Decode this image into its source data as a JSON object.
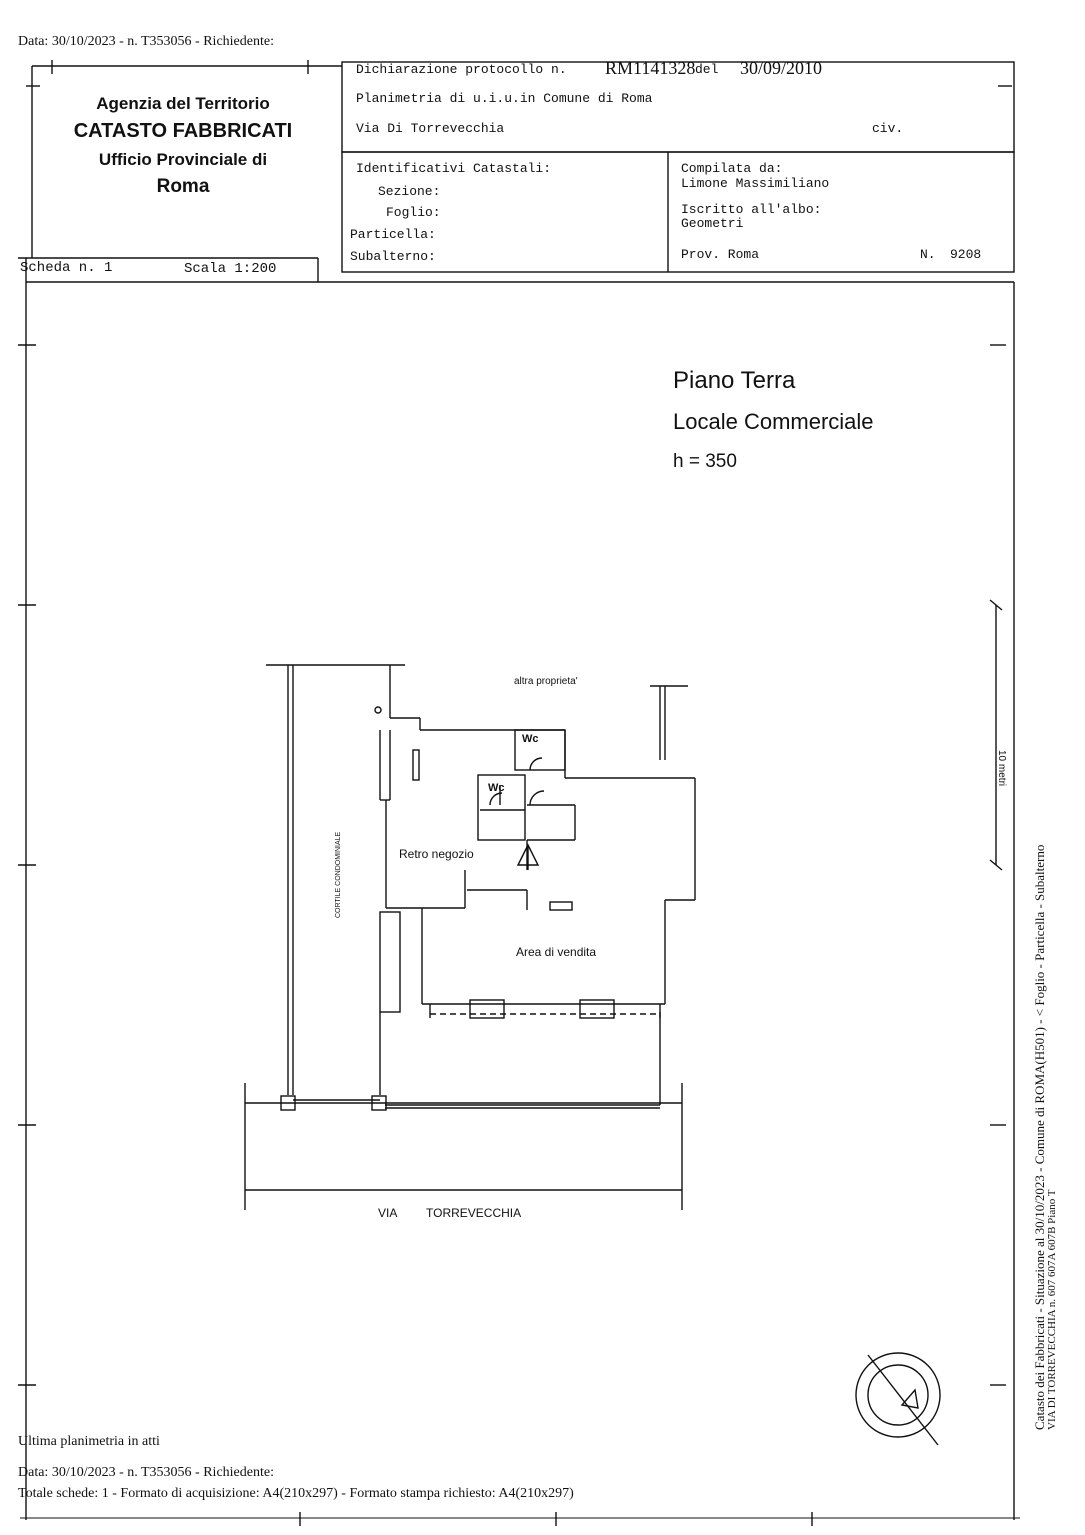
{
  "header_line": "Data: 30/10/2023 - n. T353056 - Richiedente:",
  "agency": {
    "line1": "Agenzia del Territorio",
    "line2": "CATASTO FABBRICATI",
    "line3": "Ufficio Provinciale di",
    "line4": "Roma"
  },
  "scheda": "Scheda n. 1",
  "scala": "Scala 1:200",
  "declaration": {
    "protocol_label": "Dichiarazione protocollo n.",
    "protocol_number": "RM1141328",
    "del_label": "del",
    "date": "30/09/2010",
    "planimetria": "Planimetria di u.i.u.in Comune di Roma",
    "address": "Via Di Torrevecchia",
    "civ_label": "civ."
  },
  "identifiers": {
    "title": "Identificativi Catastali:",
    "sezione": "Sezione:",
    "foglio": "Foglio:",
    "particella": "Particella:",
    "subalterno": "Subalterno:"
  },
  "compiled": {
    "label": "Compilata da:",
    "name": "Limone Massimiliano",
    "albo_label": "Iscritto all'albo:",
    "albo": "Geometri",
    "prov": "Prov. Roma",
    "n_label": "N.",
    "n_value": "9208"
  },
  "plan": {
    "floor": "Piano Terra",
    "type": "Locale Commerciale",
    "height": "h = 350",
    "altra": "altra proprieta'",
    "wc1": "Wc",
    "wc2": "Wc",
    "retro": "Retro negozio",
    "area": "Area di vendita",
    "cortile": "CORTILE CONDOMINIALE",
    "via": "VIA",
    "via_name": "TORREVECCHIA",
    "scale_note": "10 metri"
  },
  "side_text": {
    "line1": "Catasto dei Fabbricati - Situazione al 30/10/2023 - Comune di ROMA(H501) - < Foglio    - Particella    - Subalterno",
    "line2": "VIA DI TORREVECCHIA n. 607 607A 607B Piano T"
  },
  "footer": {
    "ultima": "Ultima planimetria in atti",
    "data": "Data: 30/10/2023 - n. T353056 - Richiedente:",
    "totale": "Totale schede: 1 - Formato di acquisizione: A4(210x297)  - Formato stampa richiesto: A4(210x297)"
  }
}
